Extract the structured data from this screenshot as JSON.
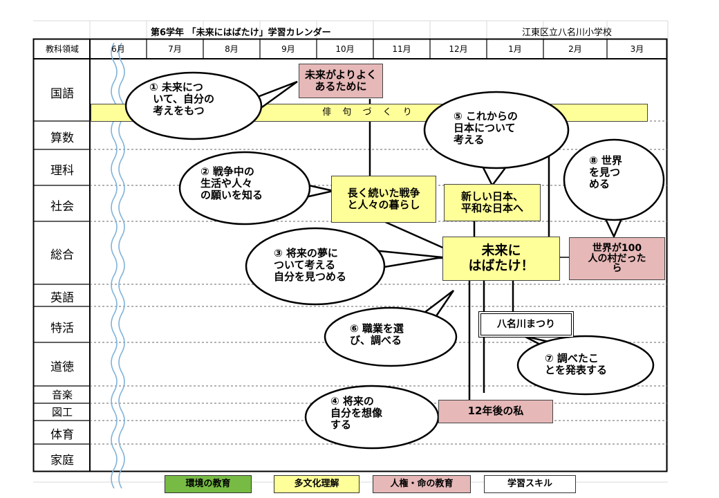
{
  "header": {
    "title": "第6学年 「未来にはばたけ」学習カレンダー",
    "school": "江東区立八名川小学校"
  },
  "columns": {
    "subject_header": "教科領域",
    "months": [
      "6月",
      "7月",
      "8月",
      "9月",
      "10月",
      "11月",
      "12月",
      "1月",
      "2月",
      "3月"
    ]
  },
  "subjects": [
    "国語",
    "算数",
    "理科",
    "社会",
    "総合",
    "英語",
    "特活",
    "道徳",
    "音楽",
    "図工",
    "体育",
    "家庭"
  ],
  "activities": {
    "haiku": "俳 句 づ く り",
    "mirai_yoriyoku": "未来がよりよく\nあるために",
    "nagaku_tsuzuita": "長く続いた戦争\nと人々の暮らし",
    "atarashii_nihon": "新しい日本、\n平和な日本へ",
    "mirai_ni_habatake": "未来に\nはばたけ！",
    "sekai_100": "世界が100\n人の村だった\nら",
    "yanagawa_matsuri": "八名川まつり",
    "twelve_years": "12年後の私"
  },
  "bubbles": {
    "b1": "① 未来につ\n いて、自分の\n 考えをもつ",
    "b2": "② 戦争中の\n生活や人々\nの願いを知る",
    "b3": "③ 将来の夢に\nついて考える\n自分を見つめる",
    "b4": "④ 将来の\n自分を想像\nする",
    "b5": "⑤ これからの\n日本について\n考える",
    "b6": "⑥ 職業を選\nび、調べる",
    "b7": "⑦ 調べたこ\nとを発表する",
    "b8": "⑧ 世界\nを見つ\nめる"
  },
  "legend": [
    {
      "label": "環境の教育",
      "color": "#77bb44"
    },
    {
      "label": "多文化理解",
      "color": "#ffff99"
    },
    {
      "label": "人権・命の教育",
      "color": "#e6b8b8"
    },
    {
      "label": "学習スキル",
      "color": "#ffffff"
    }
  ]
}
